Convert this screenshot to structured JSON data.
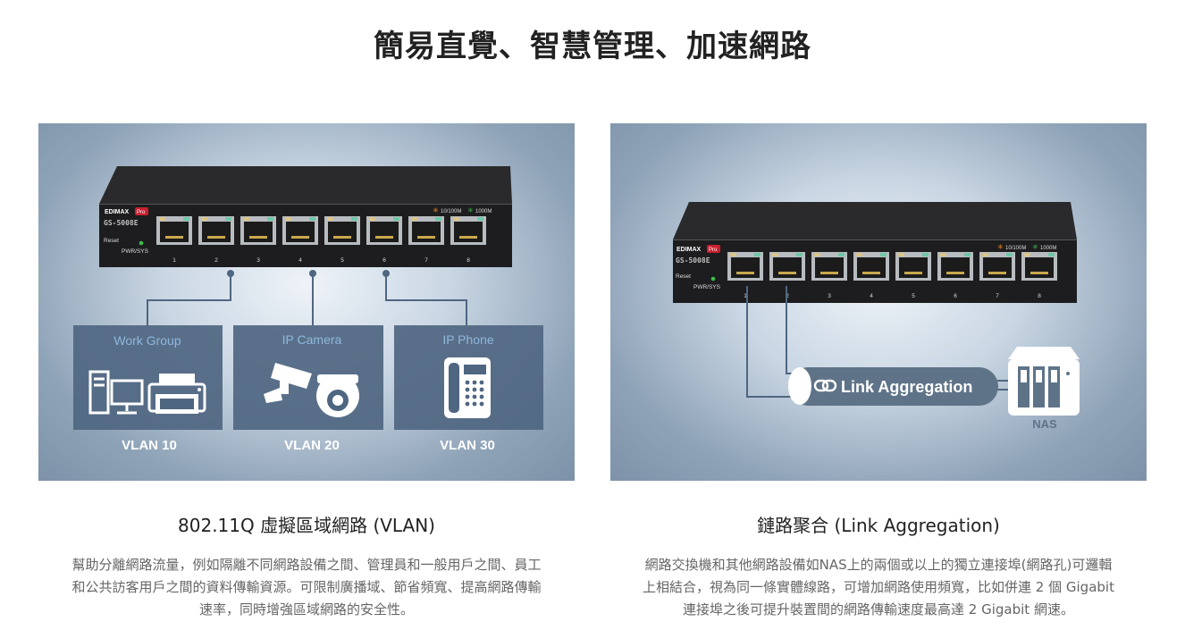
{
  "page": {
    "title": "簡易直覺、智慧管理、加速網路"
  },
  "vlan_panel": {
    "switch": {
      "brand": "EDIMAX",
      "brand_badge": "Pro",
      "model": "GS-5008E",
      "reset_label": "Reset",
      "pwr_label": "PWR/SYS",
      "legend_10_100": "10/100M",
      "legend_1000": "1000M",
      "port_numbers": [
        "1",
        "2",
        "3",
        "4",
        "5",
        "6",
        "7",
        "8"
      ]
    },
    "groups": [
      {
        "heading": "Work Group",
        "vlan": "VLAN 10"
      },
      {
        "heading": "IP Camera",
        "vlan": "VLAN 20"
      },
      {
        "heading": "IP Phone",
        "vlan": "VLAN 30"
      }
    ],
    "caption_title": "802.11Q 虛擬區域網路 (VLAN)",
    "caption_lines": [
      "幫助分離網路流量，例如隔離不同網路設備之間、管理員和一般用戶之間、員工",
      "和公共訪客用戶之間的資料傳輸資源。可限制廣播域、節省頻寬、提高網路傳輸",
      "速率，同時增強區域網路的安全性。"
    ]
  },
  "lag_panel": {
    "switch": {
      "brand": "EDIMAX",
      "brand_badge": "Pro",
      "model": "GS-5008E",
      "reset_label": "Reset",
      "pwr_label": "PWR/SYS",
      "legend_10_100": "10/100M",
      "legend_1000": "1000M",
      "port_numbers": [
        "1",
        "2",
        "3",
        "4",
        "5",
        "6",
        "7",
        "8"
      ]
    },
    "pill_label": "Link Aggregation",
    "nas_label": "NAS",
    "caption_title": "鏈路聚合 (Link Aggregation)",
    "caption_lines": [
      "網路交換機和其他網路設備如NAS上的兩個或以上的獨立連接埠(網路孔)可邏輯",
      "上相結合，視為同一條實體線路，可增加網路使用頻寬，比如併連 2 個 Gigabit",
      "連接埠之後可提升裝置間的網路傳輸速度最高達 2 Gigabit 網速。"
    ]
  },
  "colors": {
    "switch_body": "#1d1d1f",
    "group_box": "#4f6681",
    "group_heading": "#8fb7dd",
    "vlan_label": "#ffffff",
    "pill": "#5f7388",
    "led_orange": "#ff8a1f",
    "led_green": "#3cc14a"
  }
}
